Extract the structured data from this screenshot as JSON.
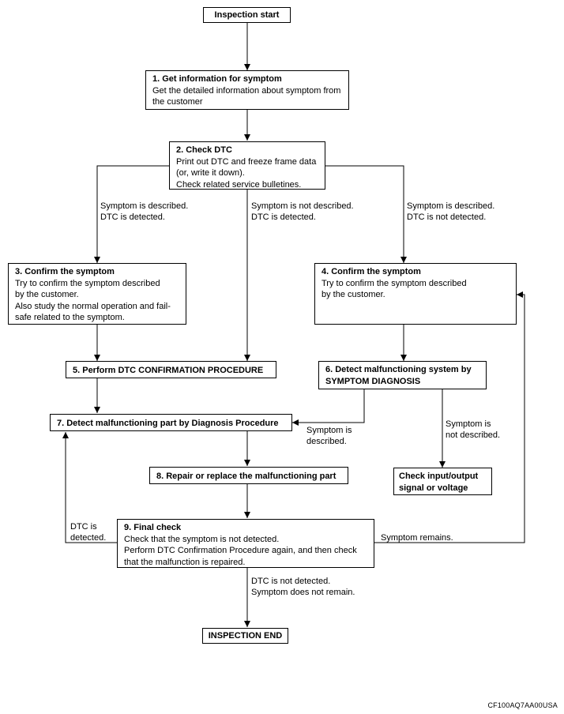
{
  "diagram": {
    "start": "Inspection start",
    "steps": [
      {
        "title": "1. Get information for symptom",
        "body": "Get the detailed information about symptom from\nthe customer"
      },
      {
        "title": "2. Check DTC",
        "body": "Print out DTC and freeze frame data\n(or, write it down).\nCheck related service bulletines."
      },
      {
        "title": "3. Confirm the symptom",
        "body": "Try to confirm the symptom described\nby the customer.\nAlso study the normal operation and fail-\nsafe related to the symptom."
      },
      {
        "title": "4. Confirm the symptom",
        "body": "Try to confirm the symptom described\nby the customer."
      },
      {
        "title": "5. Perform DTC CONFIRMATION PROCEDURE",
        "body": ""
      },
      {
        "title": "6. Detect malfunctioning system by\nSYMPTOM DIAGNOSIS",
        "body": ""
      },
      {
        "title": "7. Detect malfunctioning part by Diagnosis Procedure",
        "body": ""
      },
      {
        "title": "8. Repair or replace the malfunctioning part",
        "body": ""
      },
      {
        "title": "9. Final check",
        "body": "Check that the symptom is not detected.\nPerform DTC Confirmation Procedure again, and then check\nthat the malfunction is repaired."
      }
    ],
    "check_io": "Check input/output\nsignal or voltage",
    "end": "INSPECTION END",
    "labels": {
      "left_branch": "Symptom is described.\nDTC is detected.",
      "mid_branch": "Symptom is not described.\nDTC is detected.",
      "right_branch": "Symptom is described.\nDTC is not detected.",
      "to_step7": "Symptom is\ndescribed.",
      "to_check_io": "Symptom is\nnot described.",
      "dtc_detected": "DTC is\ndetected.",
      "symptom_remains": "Symptom remains.",
      "final_ok": "DTC is not detected.\nSymptom does not remain."
    },
    "figure_code": "CF100AQ7AA00USA"
  }
}
